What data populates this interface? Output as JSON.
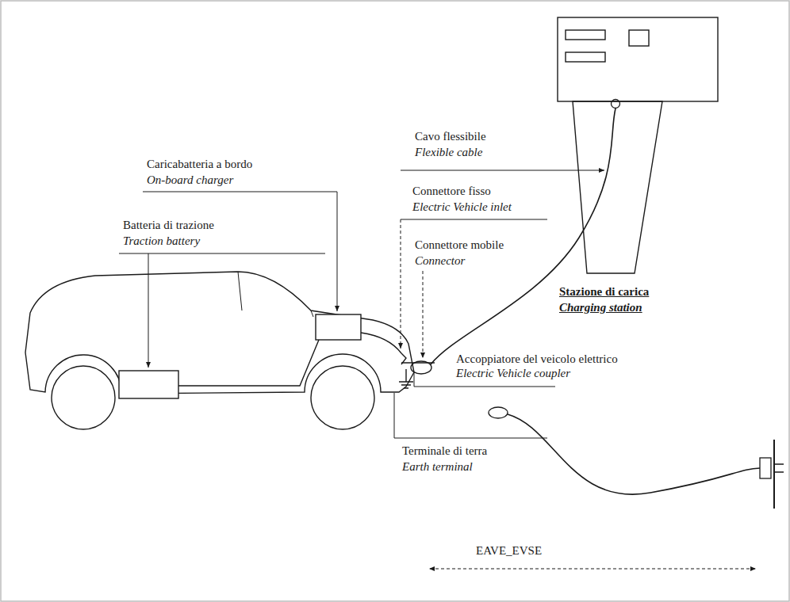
{
  "diagram": {
    "nodes": [
      {
        "text": [
          "Stazione di carica",
          "Charging station"
        ]
      }
    ],
    "labels": [
      "Cavo flessibile",
      "Flexible cable",
      "Caricabatteria a bordo",
      "On-board charger",
      "Connettore fisso",
      "Electric Vehicle inlet",
      "Batteria di trazione",
      "Traction battery",
      "Connettore mobile",
      "Connector",
      "Accoppiatore del veicolo elettrico",
      "Electric Vehicle coupler",
      "Terminale di terra",
      "Earth terminal",
      "EAVE_EVSE"
    ]
  }
}
